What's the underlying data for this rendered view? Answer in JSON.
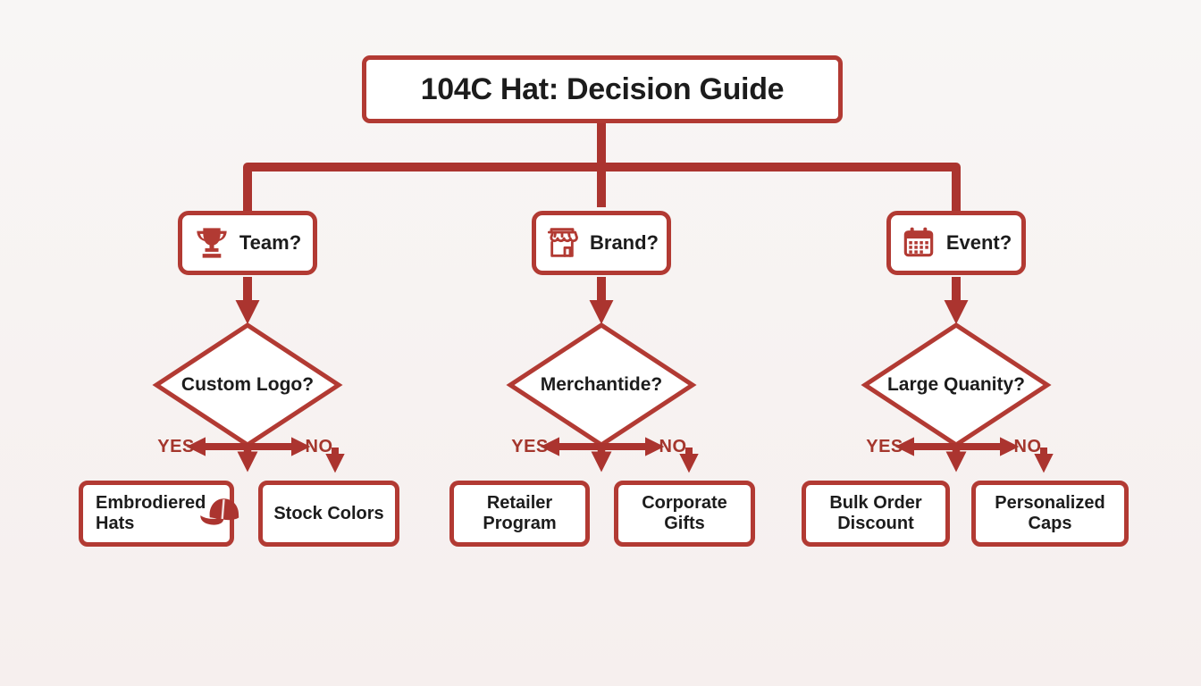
{
  "palette": {
    "line": "#ab342f",
    "border": "#b23a33",
    "accent_text": "#a4362c",
    "text": "#1c1c1c",
    "node_bg": "#ffffff",
    "bg_top": "#f8f6f5",
    "bg_bottom": "#f6efee"
  },
  "title": "104C Hat: Decision Guide",
  "branches": [
    {
      "question": "Team?",
      "icon": "trophy-icon",
      "decision": "Custom Logo?",
      "yes": "YES",
      "no": "NO",
      "yes_result": "Embrodiered Hats",
      "yes_result_icon": "baseball-cap-icon",
      "no_result": "Stock Colors"
    },
    {
      "question": "Brand?",
      "icon": "storefront-icon",
      "decision": "Merchantide?",
      "yes": "YES",
      "no": "NO",
      "yes_result": "Retailer Program",
      "no_result": "Corporate Gifts"
    },
    {
      "question": "Event?",
      "icon": "calendar-icon",
      "decision": "Large Quanity?",
      "yes": "YES",
      "no": "NO",
      "yes_result": "Bulk Order Discount",
      "no_result": "Personalized Caps"
    }
  ]
}
